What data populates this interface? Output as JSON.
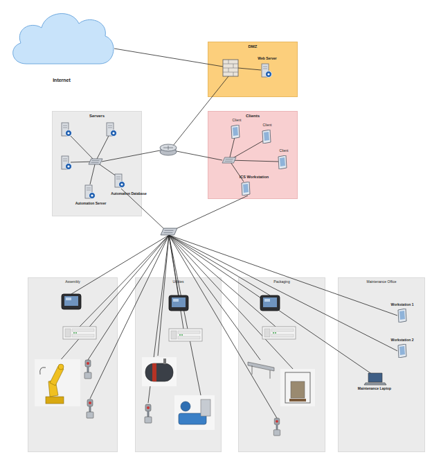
{
  "diagram": {
    "nodes": [
      {
        "text": [
          "Internet"
        ]
      },
      {
        "text": [
          "DMZ"
        ]
      },
      {
        "text": [
          "Web Server"
        ],
        "in": 1
      },
      {
        "text": [
          "Servers"
        ]
      },
      {
        "text": [
          "Automation Server"
        ],
        "in": 3
      },
      {
        "text": [
          "Automation Database"
        ],
        "in": 3
      },
      {
        "text": [
          "Clients"
        ]
      },
      {
        "text": [
          "Client"
        ],
        "in": 6
      },
      {
        "text": [
          "Client"
        ],
        "in": 6
      },
      {
        "text": [
          "Client"
        ],
        "in": 6
      },
      {
        "text": [
          "ICS Workstation"
        ],
        "in": 6
      },
      {
        "text": [
          "Assembly"
        ]
      },
      {
        "text": [
          "Utilities"
        ]
      },
      {
        "text": [
          "Packaging"
        ]
      },
      {
        "text": [
          "Maintenance Office"
        ]
      },
      {
        "text": [
          "Workstation 1"
        ],
        "in": 14
      },
      {
        "text": [
          "Workstation 2"
        ],
        "in": 14
      },
      {
        "text": [
          "Maintenance Laptop"
        ],
        "in": 14
      }
    ]
  }
}
